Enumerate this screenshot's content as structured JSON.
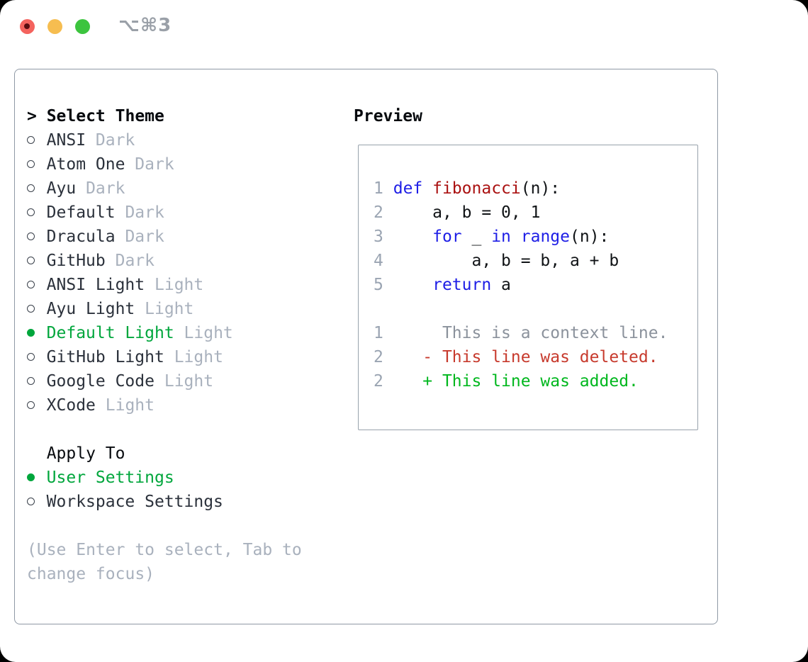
{
  "window": {
    "shortcut_label": "⌥⌘3"
  },
  "theme_selector": {
    "focus_caret": ">",
    "title": "Select Theme",
    "items": [
      {
        "name": "ANSI",
        "variant": "Dark",
        "selected": false
      },
      {
        "name": "Atom One",
        "variant": "Dark",
        "selected": false
      },
      {
        "name": "Ayu",
        "variant": "Dark",
        "selected": false
      },
      {
        "name": "Default",
        "variant": "Dark",
        "selected": false
      },
      {
        "name": "Dracula",
        "variant": "Dark",
        "selected": false
      },
      {
        "name": "GitHub",
        "variant": "Dark",
        "selected": false
      },
      {
        "name": "ANSI Light",
        "variant": "Light",
        "selected": false
      },
      {
        "name": "Ayu Light",
        "variant": "Light",
        "selected": false
      },
      {
        "name": "Default Light",
        "variant": "Light",
        "selected": true
      },
      {
        "name": "GitHub Light",
        "variant": "Light",
        "selected": false
      },
      {
        "name": "Google Code",
        "variant": "Light",
        "selected": false
      },
      {
        "name": "XCode",
        "variant": "Light",
        "selected": false
      }
    ],
    "apply_to": {
      "title": "Apply To",
      "options": [
        {
          "label": "User Settings",
          "selected": true
        },
        {
          "label": "Workspace Settings",
          "selected": false
        }
      ]
    },
    "hint_lines": [
      "(Use Enter to select, Tab to",
      "change focus)"
    ]
  },
  "preview": {
    "title": "Preview",
    "lines": [
      {
        "num": "1",
        "tokens": [
          {
            "text": " ",
            "c": "pl"
          },
          {
            "text": "def",
            "c": "kw"
          },
          {
            "text": " ",
            "c": "pl"
          },
          {
            "text": "fibonacci",
            "c": "fn"
          },
          {
            "text": "(n):",
            "c": "pl"
          }
        ]
      },
      {
        "num": "2",
        "tokens": [
          {
            "text": "     a, b = 0, 1",
            "c": "pl"
          }
        ]
      },
      {
        "num": "3",
        "tokens": [
          {
            "text": "     ",
            "c": "pl"
          },
          {
            "text": "for",
            "c": "kw"
          },
          {
            "text": " _ ",
            "c": "pl"
          },
          {
            "text": "in",
            "c": "kw"
          },
          {
            "text": " ",
            "c": "pl"
          },
          {
            "text": "range",
            "c": "kw"
          },
          {
            "text": "(n):",
            "c": "pl"
          }
        ]
      },
      {
        "num": "4",
        "tokens": [
          {
            "text": "         a, b = b, a + b",
            "c": "pl"
          }
        ]
      },
      {
        "num": "5",
        "tokens": [
          {
            "text": "     ",
            "c": "pl"
          },
          {
            "text": "return",
            "c": "kw"
          },
          {
            "text": " a",
            "c": "pl"
          }
        ]
      },
      {
        "num": "",
        "tokens": []
      },
      {
        "num": "1",
        "tokens": [
          {
            "text": "      This is a context line.",
            "c": "ctx"
          }
        ]
      },
      {
        "num": "2",
        "tokens": [
          {
            "text": "    - This line was deleted.",
            "c": "del"
          }
        ]
      },
      {
        "num": "2",
        "tokens": [
          {
            "text": "    + This line was added.",
            "c": "add"
          }
        ]
      }
    ]
  },
  "colors": {
    "green": "#00a63c",
    "added": "#00b71e",
    "deleted": "#c73a2d",
    "keyword": "#1e1ee6",
    "function": "#aa1111",
    "muted": "#a9b1bd",
    "linenum": "#9aa4b2",
    "context": "#8b929c",
    "text": "#2b313b",
    "bold_text": "#070a0e",
    "plain_code": "#101316",
    "panel_border": "#8f99a5",
    "box_border": "#98a2ac",
    "tl_close": "#f4635e",
    "tl_close_dot": "#5a0d10",
    "tl_minimize": "#f6bd50",
    "tl_zoom": "#3cc43e",
    "shortcut": "#9aa0a8"
  }
}
